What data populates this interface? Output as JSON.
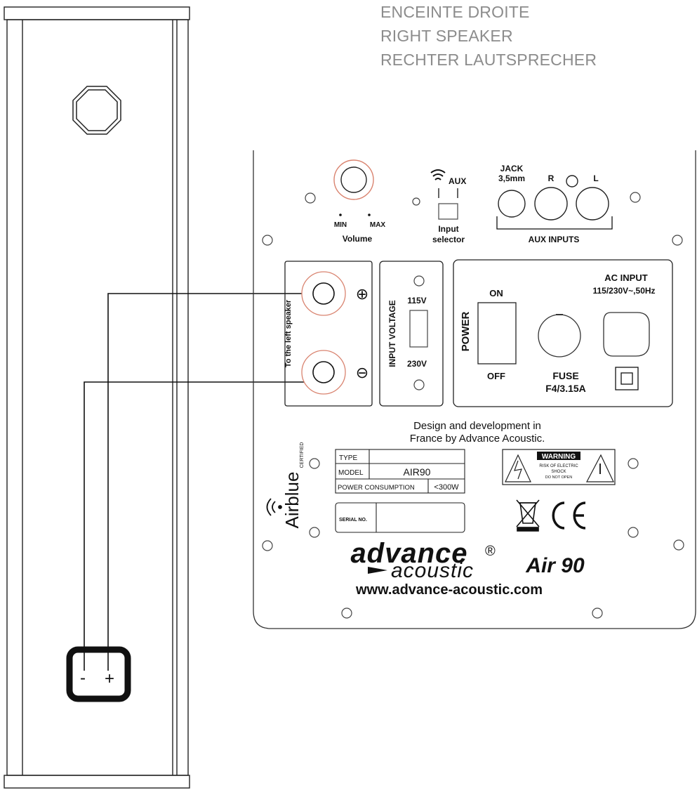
{
  "headings": {
    "fr": "ENCEINTE DROITE",
    "en": "RIGHT SPEAKER",
    "de": "RECHTER LAUTSPRECHER"
  },
  "volume": {
    "min": "MIN",
    "max": "MAX",
    "label": "Volume"
  },
  "input_selector": {
    "aux": "AUX",
    "label_line1": "Input",
    "label_line2": "selector",
    "icon": "wifi-icon"
  },
  "aux_inputs": {
    "jack_line1": "JACK",
    "jack_line2": "3,5mm",
    "r": "R",
    "l": "L",
    "label": "AUX INPUTS"
  },
  "left_speaker": {
    "label": "To the left speaker",
    "plus": "⊕",
    "minus": "⊖"
  },
  "input_voltage": {
    "label": "INPUT VOLTAGE",
    "v115": "115V",
    "v230": "230V"
  },
  "power": {
    "label": "POWER",
    "on": "ON",
    "off": "OFF",
    "fuse_line1": "FUSE",
    "fuse_line2": "F4/3.15A",
    "ac_line1": "AC INPUT",
    "ac_line2": "115/230V~,50Hz"
  },
  "design": {
    "line1": "Design and development in",
    "line2": "France by Advance Acoustic."
  },
  "spec_table": {
    "type_label": "TYPE",
    "type_value": "",
    "model_label": "MODEL",
    "model_value": "AIR90",
    "power_label": "POWER CONSUMPTION",
    "power_value": "<300W"
  },
  "serial": {
    "label": "SERIAL NO.",
    "value": ""
  },
  "warning": {
    "title": "WARNING",
    "line1": "RISK OF ELECTRIC",
    "line2": "SHOCK",
    "line3": "DO NOT OPEN"
  },
  "airblue": {
    "name": "Airblue",
    "certified": "CERTIFIED"
  },
  "brand": {
    "line1": "advance",
    "reg": "®",
    "line2": "acoustic",
    "model": "Air 90"
  },
  "website": "www.advance-acoustic.com",
  "speaker_terminal": {
    "minus": "-",
    "plus": "+"
  },
  "colors": {
    "terminal_ring": "#d9836f",
    "heading": "#8c8c8c",
    "line": "#111111"
  }
}
